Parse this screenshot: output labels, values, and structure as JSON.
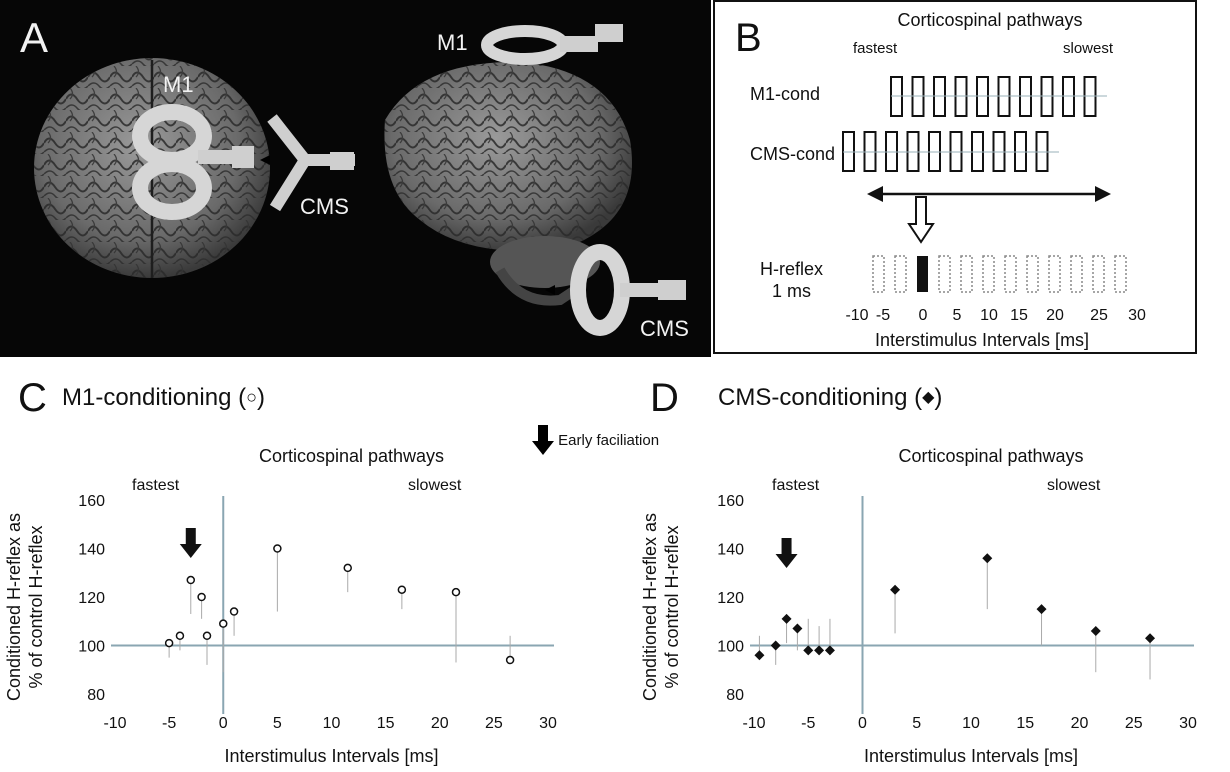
{
  "panelA": {
    "letter": "A",
    "m1_left": "M1",
    "m1_right": "M1",
    "cms_left": "CMS",
    "cms_right": "CMS"
  },
  "panelB": {
    "letter": "B",
    "title": "Corticospinal pathways",
    "fastest": "fastest",
    "slowest": "slowest",
    "row_m1": "M1-cond",
    "row_cms": "CMS-cond",
    "hreflex_line1": "H-reflex",
    "hreflex_line2": "1 ms",
    "ticks": [
      "-10",
      "-5",
      "0",
      "5",
      "10",
      "15",
      "20",
      "25",
      "30"
    ],
    "xlabel": "Interstimulus Intervals [ms]"
  },
  "panelC": {
    "letter": "C",
    "heading": "M1-conditioning (",
    "heading_symbol": "○",
    "heading_end": ")",
    "legend_label": "Early faciliation",
    "symbol_color": "#000000",
    "axis_color": "#8aa6b2"
  },
  "panelD": {
    "letter": "D",
    "heading": "CMS-conditioning (",
    "heading_symbol": "◆",
    "heading_end": ")"
  },
  "chart_data": [
    {
      "type": "scatter",
      "panel": "C",
      "title": "Corticospinal pathways",
      "annotations": [
        "fastest",
        "slowest"
      ],
      "xlabel": "Interstimulus Intervals [ms]",
      "ylabel": "Conditioned H-reflex as % of control H-reflex",
      "xlim": [
        -10,
        30
      ],
      "ylim": [
        80,
        160
      ],
      "xticks": [
        -10,
        -5,
        0,
        5,
        10,
        15,
        20,
        25,
        30
      ],
      "yticks": [
        80,
        100,
        120,
        140,
        160
      ],
      "marker": "open-circle",
      "points": [
        {
          "x": -5,
          "y": 101,
          "err": 6
        },
        {
          "x": -4,
          "y": 104,
          "err": 6
        },
        {
          "x": -3,
          "y": 127,
          "err": 14
        },
        {
          "x": -2,
          "y": 120,
          "err": 9
        },
        {
          "x": -1.5,
          "y": 104,
          "err": 12
        },
        {
          "x": 0,
          "y": 109,
          "err": 20
        },
        {
          "x": 1,
          "y": 114,
          "err": 10
        },
        {
          "x": 5,
          "y": 140,
          "err": 26
        },
        {
          "x": 11.5,
          "y": 132,
          "err": 10
        },
        {
          "x": 16.5,
          "y": 123,
          "err": 8
        },
        {
          "x": 21.5,
          "y": 122,
          "err": 29
        },
        {
          "x": 26.5,
          "y": 94,
          "err": 10
        }
      ],
      "arrow_x": -3
    },
    {
      "type": "scatter",
      "panel": "D",
      "title": "Corticospinal pathways",
      "annotations": [
        "fastest",
        "slowest"
      ],
      "xlabel": "Interstimulus Intervals [ms]",
      "ylabel": "Conditioned H-reflex as % of control H-reflex",
      "xlim": [
        -10,
        30
      ],
      "ylim": [
        80,
        160
      ],
      "xticks": [
        -10,
        -5,
        0,
        5,
        10,
        15,
        20,
        25,
        30
      ],
      "yticks": [
        80,
        100,
        120,
        140,
        160
      ],
      "marker": "filled-diamond",
      "points": [
        {
          "x": -9.5,
          "y": 96,
          "err": 8
        },
        {
          "x": -8,
          "y": 100,
          "err": 8
        },
        {
          "x": -7,
          "y": 111,
          "err": 10
        },
        {
          "x": -6,
          "y": 107,
          "err": 9
        },
        {
          "x": -5,
          "y": 98,
          "err": 13
        },
        {
          "x": -4,
          "y": 98,
          "err": 10
        },
        {
          "x": -3,
          "y": 98,
          "err": 13
        },
        {
          "x": 3,
          "y": 123,
          "err": 18
        },
        {
          "x": 11.5,
          "y": 136,
          "err": 21
        },
        {
          "x": 16.5,
          "y": 115,
          "err": 15
        },
        {
          "x": 21.5,
          "y": 106,
          "err": 17
        },
        {
          "x": 26.5,
          "y": 103,
          "err": 17
        }
      ],
      "arrow_x": -7
    }
  ]
}
